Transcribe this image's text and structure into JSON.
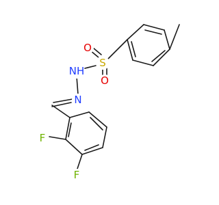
{
  "colors": {
    "background": "#ffffff",
    "bond": "#1a1a1a",
    "S": "#c8a800",
    "O": "#e60000",
    "N": "#1f3cff",
    "F": "#6fb300"
  },
  "atoms": {
    "sulfur": "S",
    "oxygen_top": "O",
    "oxygen_bottom": "O",
    "nh": "NH",
    "n_imine": "N",
    "fluorine_2": "F",
    "fluorine_3": "F"
  }
}
